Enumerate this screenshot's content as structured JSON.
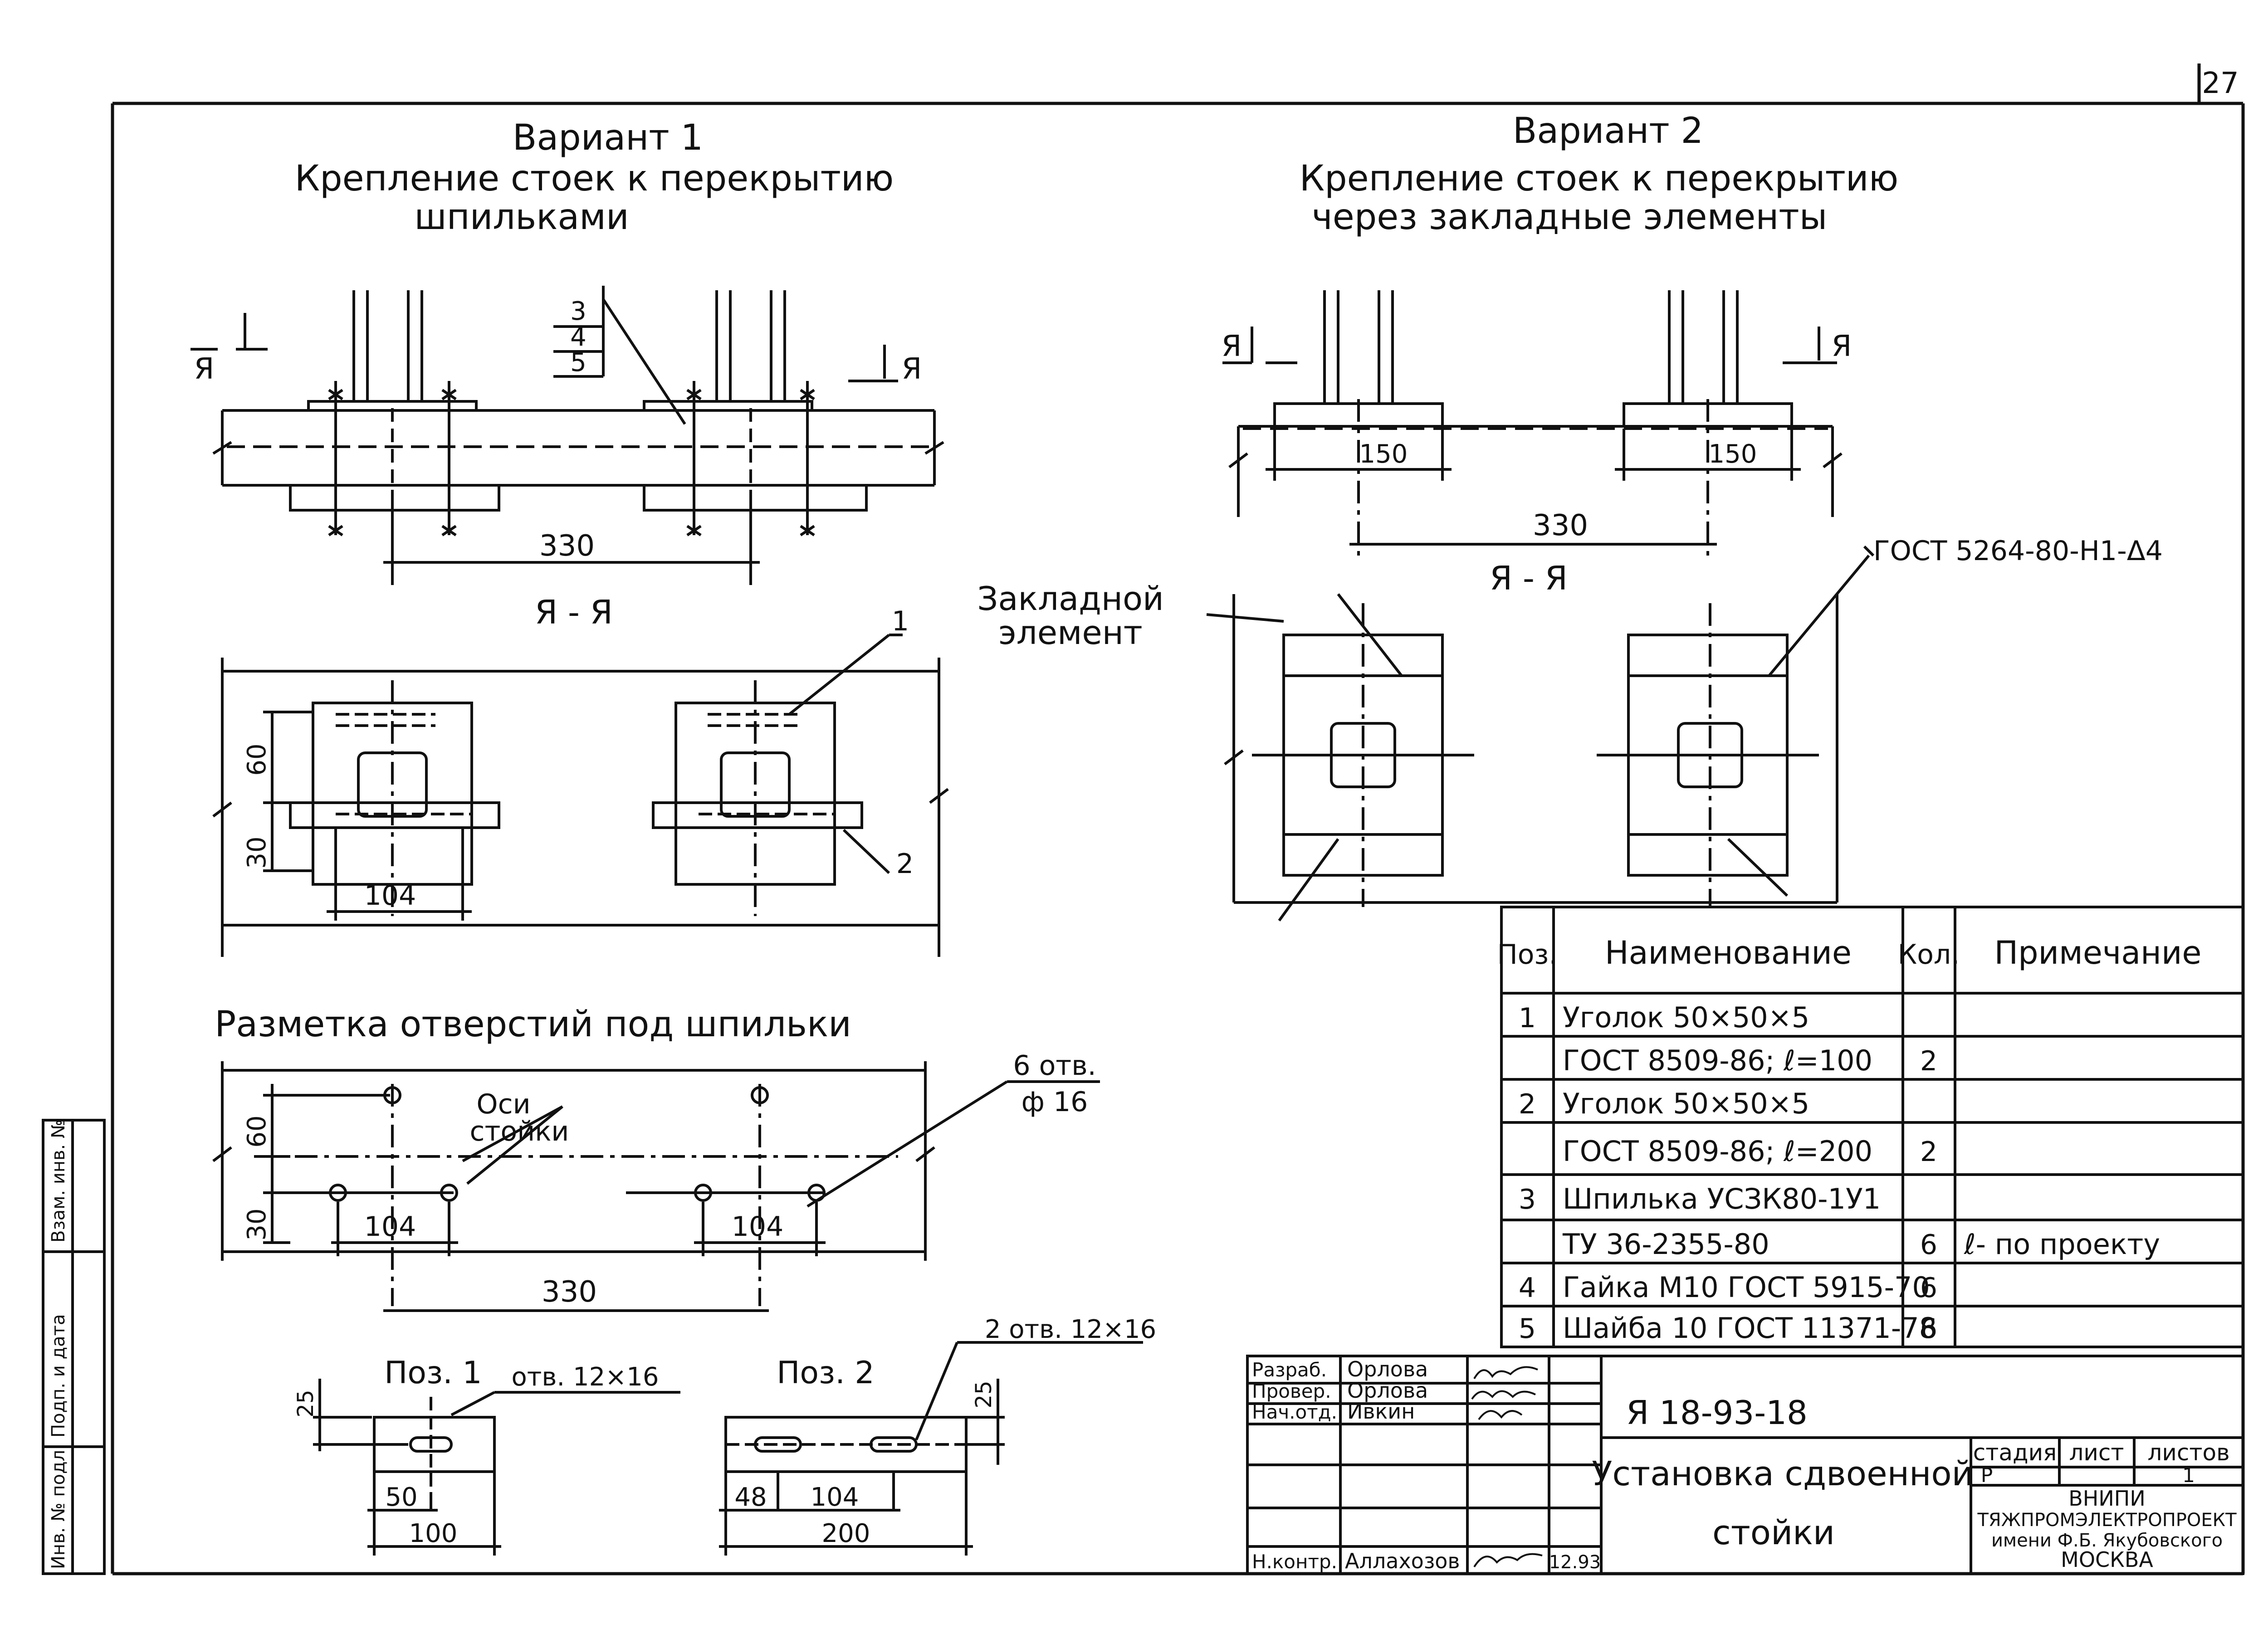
{
  "sheet": {
    "page_number": "27"
  },
  "variant1": {
    "title": "Вариант 1",
    "subtitle_line1": "Крепление стоек к перекрытию",
    "subtitle_line2": "шпильками",
    "callout_positions": [
      "3",
      "4",
      "5"
    ],
    "section_mark": "Я",
    "dim_330": "330",
    "section_title": "Я - Я",
    "dim_60": "60",
    "dim_30": "30",
    "dim_104": "104",
    "pos_1": "1",
    "pos_2": "2"
  },
  "variant2": {
    "title": "Вариант 2",
    "subtitle_line1": "Крепление стоек к перекрытию",
    "subtitle_line2": "через закладные элементы",
    "section_mark": "Я",
    "dim_150_left": "150",
    "dim_150_right": "150",
    "dim_330": "330",
    "section_title": "Я - Я",
    "embedded_label_line1": "Закладной",
    "embedded_label_line2": "элемент",
    "weld_note": "ГОСТ 5264-80-Н1-Δ4"
  },
  "marking": {
    "title": "Разметка отверстий под шпильки",
    "axes_label_line1": "Оси",
    "axes_label_line2": "стойки",
    "holes_line1": "6 отв.",
    "holes_line2": "ф 16",
    "dim_60": "60",
    "dim_30": "30",
    "dim_104_left": "104",
    "dim_104_right": "104",
    "dim_330": "330"
  },
  "details": {
    "pos1_title": "Поз. 1",
    "pos1_hole": "отв. 12×16",
    "pos1_dim_25": "25",
    "pos1_dim_50": "50",
    "pos1_dim_100": "100",
    "pos2_title": "Поз. 2",
    "pos2_hole": "2 отв. 12×16",
    "pos2_dim_25": "25",
    "pos2_dim_48": "48",
    "pos2_dim_104": "104",
    "pos2_dim_200": "200"
  },
  "spec_table": {
    "headers": [
      "Поз.",
      "Наименование",
      "Кол.",
      "Примечание"
    ],
    "rows": [
      [
        "1",
        "Уголок 50×50×5",
        "",
        ""
      ],
      [
        "",
        "ГОСТ 8509-86; ℓ=100",
        "2",
        ""
      ],
      [
        "2",
        "Уголок 50×50×5",
        "",
        ""
      ],
      [
        "",
        "ГОСТ 8509-86; ℓ=200",
        "2",
        ""
      ],
      [
        "3",
        "Шпилька УСЗК80-1У1",
        "",
        ""
      ],
      [
        "",
        "ТУ 36-2355-80",
        "6",
        "ℓ- по проекту"
      ],
      [
        "4",
        "Гайка М10 ГОСТ 5915-70",
        "6",
        ""
      ],
      [
        "5",
        "Шайба 10 ГОСТ 11371-78",
        "6",
        ""
      ]
    ]
  },
  "title_block": {
    "roles": [
      "Разраб.",
      "Провер.",
      "Нач.отд.",
      "Н.контр."
    ],
    "names": [
      "Орлова",
      "Орлова",
      "Ивкин",
      "Аллахозов"
    ],
    "date": "12.93",
    "doc_code": "Я 18-93-18",
    "title_line1": "Установка сдвоенной",
    "title_line2": "стойки",
    "stage_header": "стадия",
    "sheet_header": "лист",
    "sheets_header": "листов",
    "stage_value": "Р",
    "sheets_value": "1",
    "org_line1": "ВНИПИ",
    "org_line2": "ТЯЖПРОМЭЛЕКТРОПРОЕКТ",
    "org_line3": "имени Ф.Б. Якубовского",
    "org_line4": "МОСКВА"
  },
  "side_stamp": {
    "labels": [
      "Взам. инв. №",
      "Подп. и дата",
      "Инв. № подл."
    ]
  }
}
